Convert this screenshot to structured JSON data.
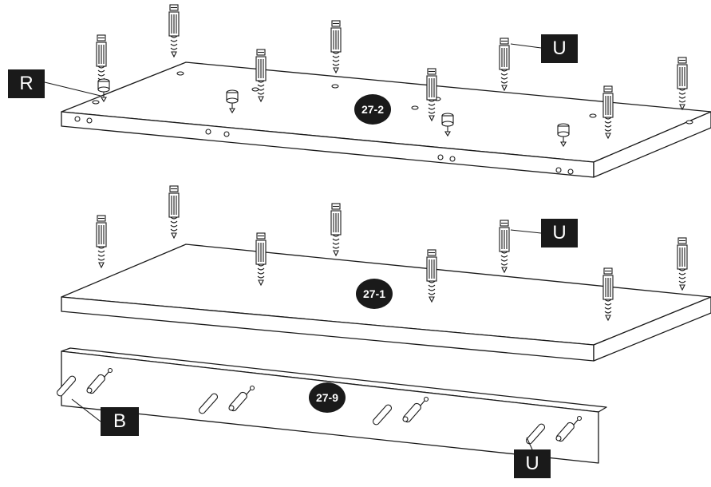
{
  "panels": [
    {
      "id": "27-2",
      "badge": "27-2"
    },
    {
      "id": "27-1",
      "badge": "27-1"
    },
    {
      "id": "27-9",
      "badge": "27-9"
    }
  ],
  "labels": {
    "r_top": "R",
    "u_top": "U",
    "u_middle": "U",
    "b_bottom": "B",
    "u_bottom": "U"
  },
  "colors": {
    "line": "#1a1a1a",
    "badge_fill": "#1a1a1a",
    "badge_text": "#ffffff",
    "label_fill": "#1a1a1a",
    "label_text": "#ffffff"
  }
}
